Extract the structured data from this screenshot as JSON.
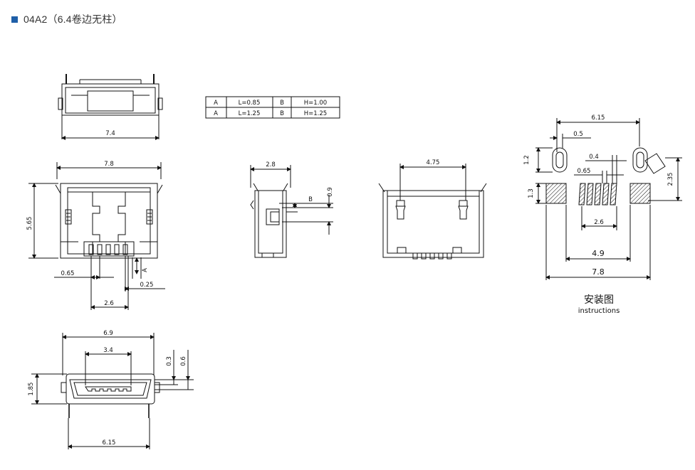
{
  "header": {
    "title": "04A2（6.4卷边无柱）",
    "bullet_color": "#1f5fa8"
  },
  "spec_table": {
    "rows": [
      [
        "A",
        "L=0.85",
        "B",
        "H=1.00"
      ],
      [
        "A",
        "L=1.25",
        "B",
        "H=1.25"
      ]
    ]
  },
  "dims": {
    "front_top_width": "7.4",
    "front_overall_width": "7.8",
    "front_height": "5.65",
    "front_pin_pitch": "0.65",
    "front_pin_width": "0.25",
    "front_pin_span": "2.6",
    "front_label_a": "A",
    "side_width": "2.8",
    "side_height": "0.9",
    "side_label_b": "B",
    "rear_width": "4.75",
    "bottom_outer": "6.9",
    "bottom_inner": "3.4",
    "bottom_gap1": "0.3",
    "bottom_gap2": "0.6",
    "bottom_height": "1.85",
    "bottom_base": "6.15",
    "pcb_top": "6.15",
    "pcb_top2": "0.5",
    "pcb_hole_h": "1.2",
    "pcb_pad_w": "0.4",
    "pcb_pin_pitch": "0.65",
    "pcb_right_h": "2.35",
    "pcb_pad_h": "1.3",
    "pcb_pin_span": "2.6",
    "pcb_mid": "4.9",
    "pcb_overall": "7.8"
  },
  "caption": {
    "main": "安装图",
    "sub": "instructions"
  }
}
